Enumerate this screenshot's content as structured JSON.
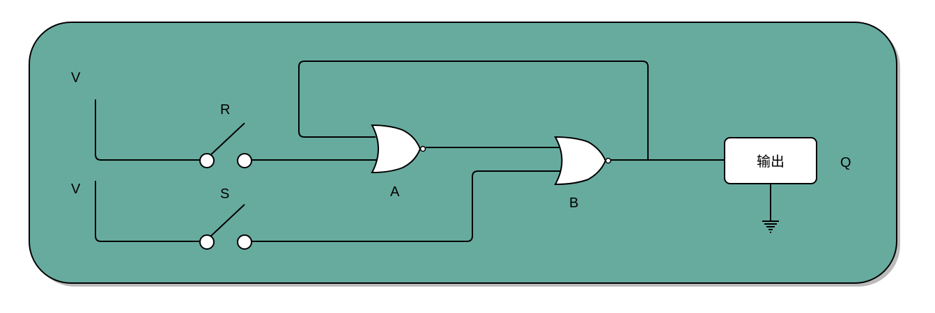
{
  "colors": {
    "panel_fill": "#67AB9F",
    "panel_stroke": "#000000",
    "shadow": "#BBBBBB",
    "wire": "#000000",
    "component_fill": "#FFFFFF"
  },
  "labels": {
    "voltage_top": "V",
    "voltage_bottom": "V",
    "switch_r": "R",
    "switch_s": "S",
    "gate_a": "A",
    "gate_b": "B",
    "output_box": "输出",
    "output_q": "Q"
  },
  "icons": {
    "gate_a": "nor-gate-icon",
    "gate_b": "nor-gate-icon",
    "switch_r": "switch-icon",
    "switch_s": "switch-icon",
    "ground": "ground-icon"
  }
}
